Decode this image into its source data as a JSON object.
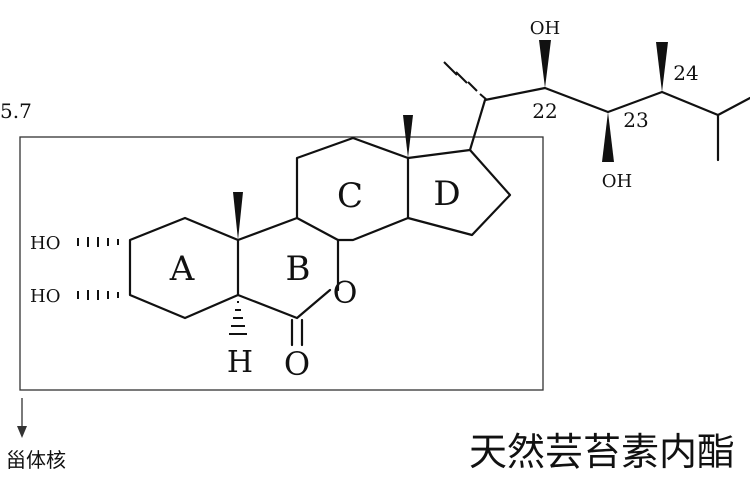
{
  "labels": {
    "corner_number": "5.7",
    "ring_a": "A",
    "ring_b": "B",
    "ring_c": "C",
    "ring_d": "D",
    "ho_top": "HO",
    "ho_bottom": "HO",
    "h_atom": "H",
    "o_carbonyl": "O",
    "o_ring": "O",
    "oh_top": "OH",
    "oh_bottom": "OH",
    "pos_22": "22",
    "pos_23": "23",
    "pos_24": "24"
  },
  "caption": {
    "steroid_nucleus": "甾体核",
    "title": "天然芸苔素内酯"
  }
}
